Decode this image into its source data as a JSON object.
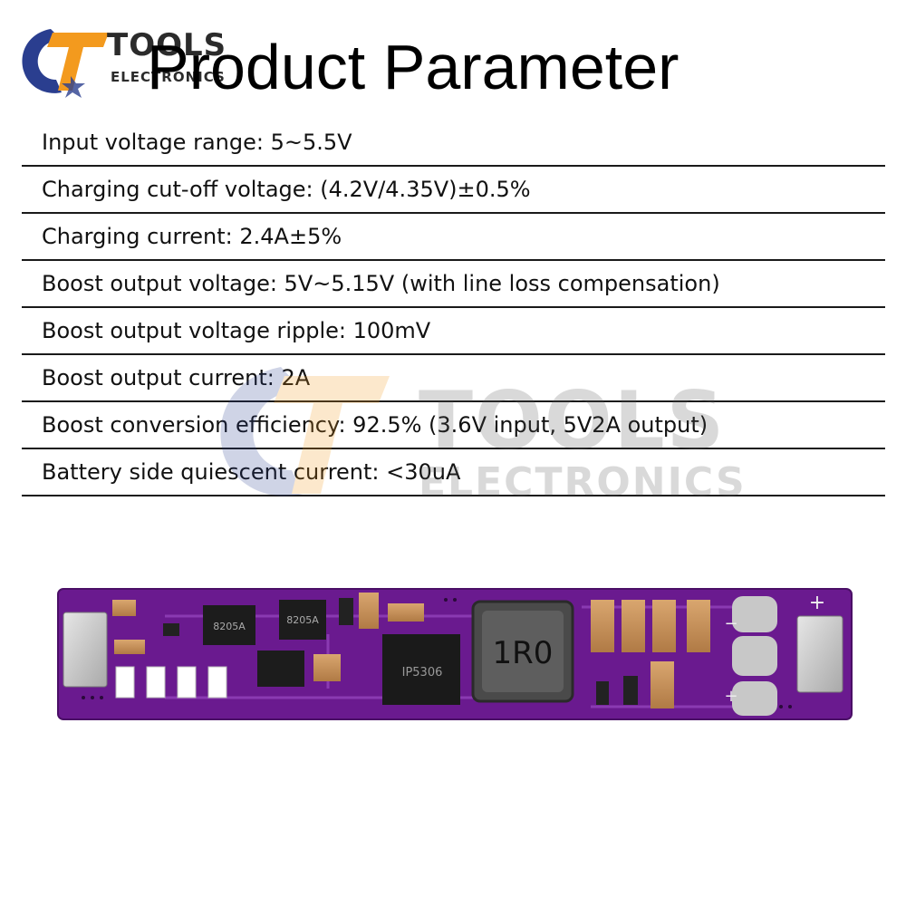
{
  "brand": {
    "line1": "TOOLS",
    "line2": "ELECTRONICS",
    "watermark_line1": "TOOLS",
    "watermark_line2": "ELECTRONICS"
  },
  "title": "Product Parameter",
  "parameters": [
    "Input voltage range: 5~5.5V",
    "Charging cut-off voltage: (4.2V/4.35V)±0.5%",
    "Charging current: 2.4A±5%",
    "Boost output voltage: 5V~5.15V (with line loss compensation)",
    "Boost output voltage ripple: 100mV",
    "Boost output current: 2A",
    "Boost conversion efficiency: 92.5% (3.6V input, 5V2A output)",
    "Battery side quiescent current: <30uA"
  ],
  "board": {
    "inductor_label": "1R0",
    "ic_label": "IP5306",
    "mosfet_label": "8205A",
    "plus_sign": "+",
    "minus_sign": "−"
  },
  "colors": {
    "pcb": "#6a1a8f",
    "text": "#111111",
    "logo_blue": "#2a3e8f",
    "logo_orange": "#f39a1e"
  }
}
